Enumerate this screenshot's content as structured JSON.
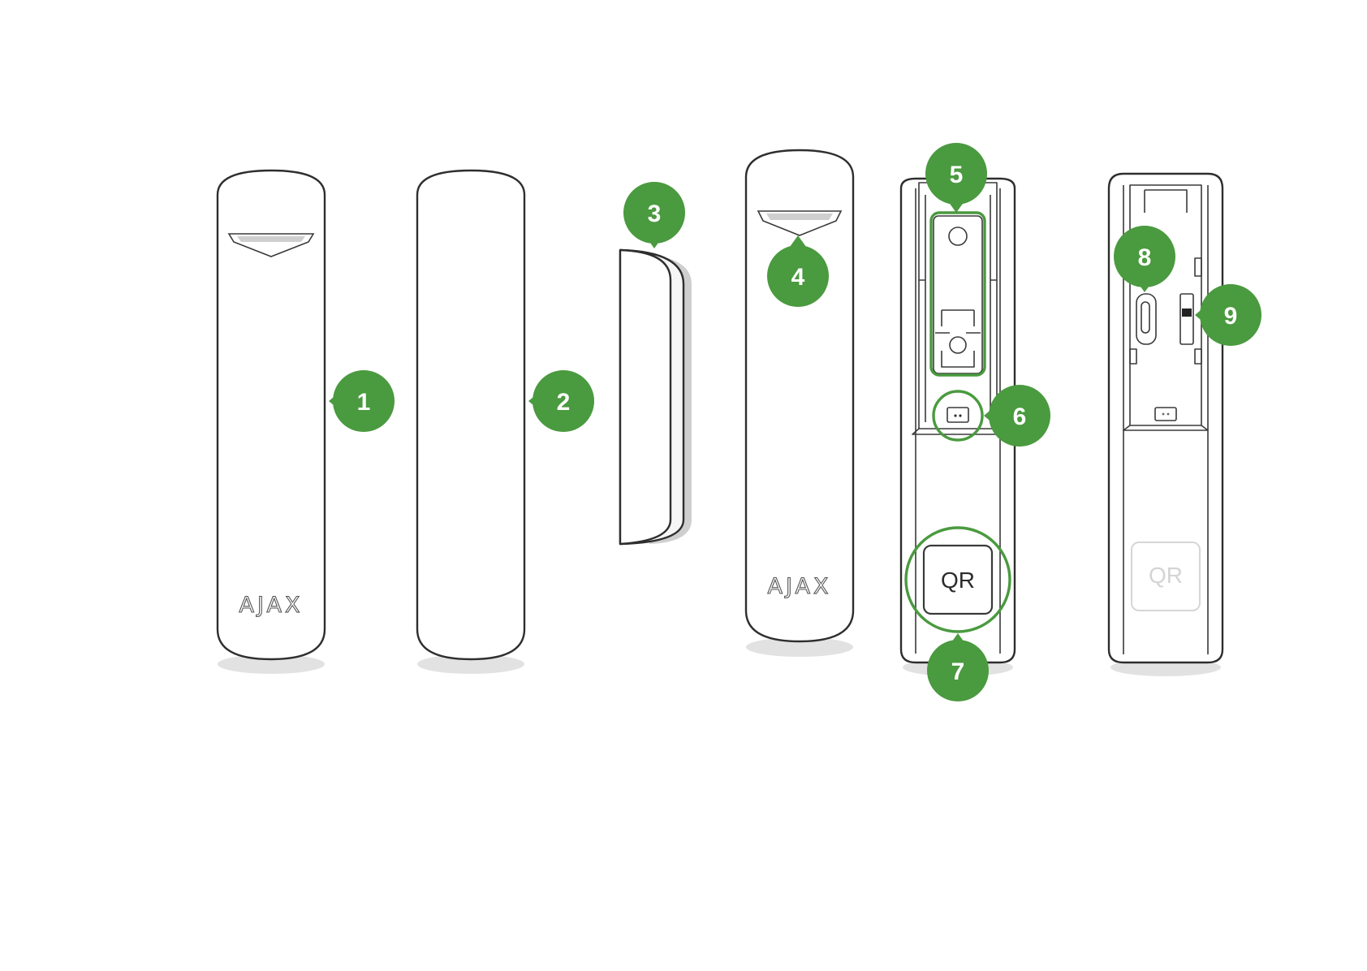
{
  "colors": {
    "accent": "#4a9a3f",
    "accent_ring": "#4a9a3f",
    "outline": "#2e2e2e",
    "ghost_text": "#d4d4d4"
  },
  "labels": {
    "brand_front": "AJAX",
    "brand_second": "AJAX",
    "qr_back_open": "QR",
    "qr_back_closed": "QR"
  },
  "markers": [
    {
      "label": "1",
      "icon": "callout-marker"
    },
    {
      "label": "2",
      "icon": "callout-marker"
    },
    {
      "label": "3",
      "icon": "callout-marker"
    },
    {
      "label": "4",
      "icon": "callout-marker"
    },
    {
      "label": "5",
      "icon": "callout-marker"
    },
    {
      "label": "6",
      "icon": "callout-marker"
    },
    {
      "label": "7",
      "icon": "callout-marker"
    },
    {
      "label": "8",
      "icon": "callout-marker"
    },
    {
      "label": "9",
      "icon": "callout-marker"
    }
  ]
}
